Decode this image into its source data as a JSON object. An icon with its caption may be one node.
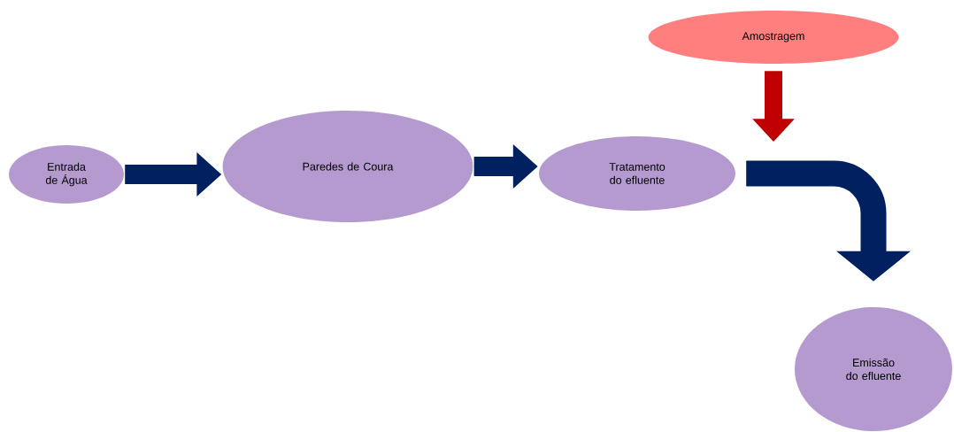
{
  "diagram": {
    "nodes": [
      {
        "text": [
          "Entrada de Água"
        ]
      },
      {
        "text": [
          "Paredes de Coura"
        ]
      },
      {
        "text": [
          "Tratamento do efluente"
        ]
      },
      {
        "text": [
          "Amostragem"
        ]
      },
      {
        "text": [
          "Emissão do efluente"
        ]
      }
    ],
    "edges": [
      {
        "from": 0,
        "to": 1,
        "arrow": "to"
      },
      {
        "from": 1,
        "to": 2,
        "arrow": "to"
      },
      {
        "from": 2,
        "to": 4,
        "arrow": "to"
      },
      {
        "from": 3,
        "to": null,
        "arrow": "to",
        "color": "#c00000"
      }
    ]
  }
}
